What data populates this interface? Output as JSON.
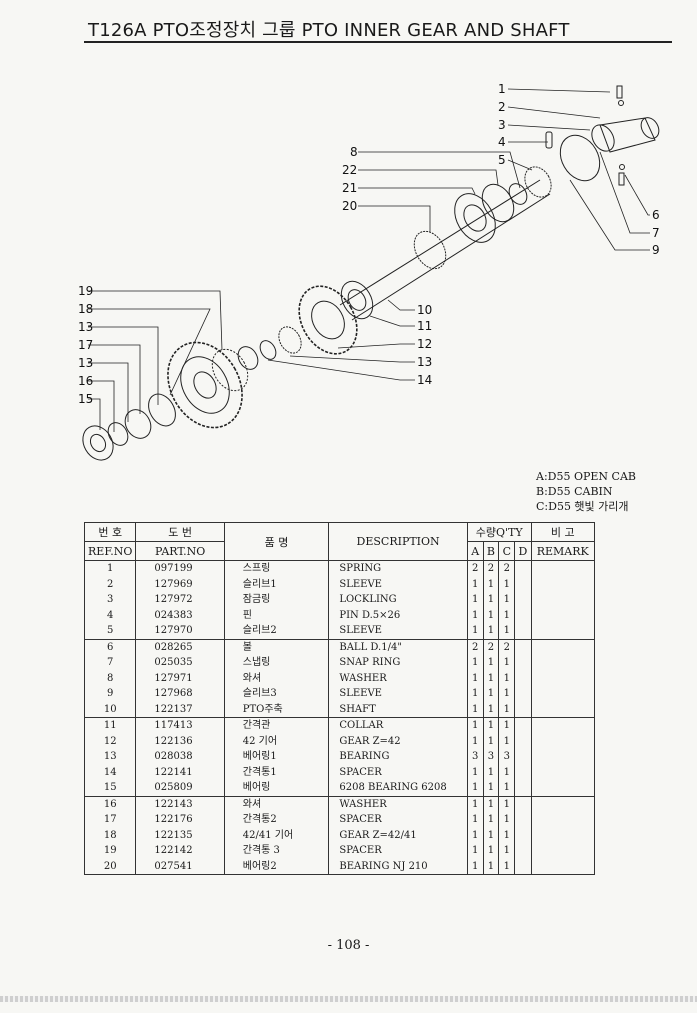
{
  "header": {
    "title": "T126A PTO조정장치 그룹 PTO INNER GEAR AND SHAFT"
  },
  "diagram": {
    "callouts_left": [
      "19",
      "18",
      "13",
      "17",
      "13",
      "16",
      "15"
    ],
    "callouts_upper": [
      "8",
      "22",
      "21",
      "20"
    ],
    "callouts_top_right": [
      "1",
      "2",
      "3",
      "4",
      "5"
    ],
    "callouts_right": [
      "6",
      "7",
      "9"
    ],
    "callouts_mid_right": [
      "10",
      "11",
      "12",
      "13",
      "14"
    ]
  },
  "legend": [
    "A:D55 OPEN CAB",
    "B:D55 CABIN",
    "C:D55 햇빛 가리개"
  ],
  "table": {
    "headers": {
      "ref_kr": "번 호",
      "ref_en": "REF.NO",
      "part_kr": "도 번",
      "part_en": "PART.NO",
      "name_kr": "품 명",
      "desc": "DESCRIPTION",
      "qty": "수량Q'TY",
      "qty_a": "A",
      "qty_b": "B",
      "qty_c": "C",
      "qty_d": "D",
      "remark_kr": "비 고",
      "remark_en": "REMARK"
    },
    "rows": [
      {
        "ref": "1",
        "part": "097199",
        "kr": "스프링",
        "desc": "SPRING",
        "a": "2",
        "b": "2",
        "c": "2",
        "d": "",
        "remark": ""
      },
      {
        "ref": "2",
        "part": "127969",
        "kr": "슬리브1",
        "desc": "SLEEVE",
        "a": "1",
        "b": "1",
        "c": "1",
        "d": "",
        "remark": ""
      },
      {
        "ref": "3",
        "part": "127972",
        "kr": "잠금링",
        "desc": "LOCKLING",
        "a": "1",
        "b": "1",
        "c": "1",
        "d": "",
        "remark": ""
      },
      {
        "ref": "4",
        "part": "024383",
        "kr": "핀",
        "desc": "PIN D.5×26",
        "a": "1",
        "b": "1",
        "c": "1",
        "d": "",
        "remark": ""
      },
      {
        "ref": "5",
        "part": "127970",
        "kr": "슬리브2",
        "desc": "SLEEVE",
        "a": "1",
        "b": "1",
        "c": "1",
        "d": "",
        "remark": ""
      },
      {
        "ref": "6",
        "part": "028265",
        "kr": "볼",
        "desc": "BALL D.1/4\"",
        "a": "2",
        "b": "2",
        "c": "2",
        "d": "",
        "remark": ""
      },
      {
        "ref": "7",
        "part": "025035",
        "kr": "스냅링",
        "desc": "SNAP RING",
        "a": "1",
        "b": "1",
        "c": "1",
        "d": "",
        "remark": ""
      },
      {
        "ref": "8",
        "part": "127971",
        "kr": "와셔",
        "desc": "WASHER",
        "a": "1",
        "b": "1",
        "c": "1",
        "d": "",
        "remark": ""
      },
      {
        "ref": "9",
        "part": "127968",
        "kr": "슬리브3",
        "desc": "SLEEVE",
        "a": "1",
        "b": "1",
        "c": "1",
        "d": "",
        "remark": ""
      },
      {
        "ref": "10",
        "part": "122137",
        "kr": "PTO주축",
        "desc": "SHAFT",
        "a": "1",
        "b": "1",
        "c": "1",
        "d": "",
        "remark": ""
      },
      {
        "ref": "11",
        "part": "117413",
        "kr": "간격관",
        "desc": "COLLAR",
        "a": "1",
        "b": "1",
        "c": "1",
        "d": "",
        "remark": ""
      },
      {
        "ref": "12",
        "part": "122136",
        "kr": "42 기어",
        "desc": "GEAR Z=42",
        "a": "1",
        "b": "1",
        "c": "1",
        "d": "",
        "remark": ""
      },
      {
        "ref": "13",
        "part": "028038",
        "kr": "베어링1",
        "desc": "BEARING",
        "a": "3",
        "b": "3",
        "c": "3",
        "d": "",
        "remark": ""
      },
      {
        "ref": "14",
        "part": "122141",
        "kr": "간격통1",
        "desc": "SPACER",
        "a": "1",
        "b": "1",
        "c": "1",
        "d": "",
        "remark": ""
      },
      {
        "ref": "15",
        "part": "025809",
        "kr": "베어링",
        "desc": "6208 BEARING 6208",
        "a": "1",
        "b": "1",
        "c": "1",
        "d": "",
        "remark": ""
      },
      {
        "ref": "16",
        "part": "122143",
        "kr": "와셔",
        "desc": "WASHER",
        "a": "1",
        "b": "1",
        "c": "1",
        "d": "",
        "remark": ""
      },
      {
        "ref": "17",
        "part": "122176",
        "kr": "간격통2",
        "desc": "SPACER",
        "a": "1",
        "b": "1",
        "c": "1",
        "d": "",
        "remark": ""
      },
      {
        "ref": "18",
        "part": "122135",
        "kr": "42/41 기어",
        "desc": "GEAR Z=42/41",
        "a": "1",
        "b": "1",
        "c": "1",
        "d": "",
        "remark": ""
      },
      {
        "ref": "19",
        "part": "122142",
        "kr": "간격통 3",
        "desc": "SPACER",
        "a": "1",
        "b": "1",
        "c": "1",
        "d": "",
        "remark": ""
      },
      {
        "ref": "20",
        "part": "027541",
        "kr": "베어링2",
        "desc": "BEARING NJ 210",
        "a": "1",
        "b": "1",
        "c": "1",
        "d": "",
        "remark": ""
      }
    ]
  },
  "footer": {
    "page": "- 108 -"
  }
}
